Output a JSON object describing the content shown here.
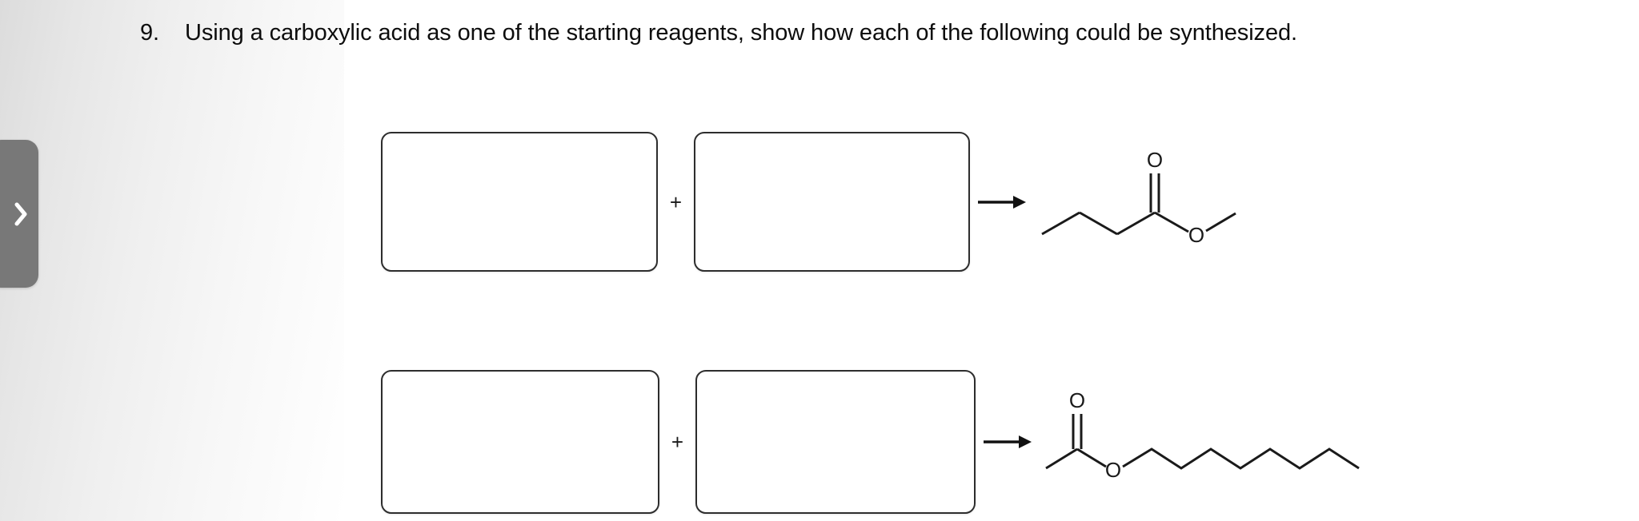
{
  "page": {
    "background_color": "#ffffff",
    "gradient_color": "#dcdcdc"
  },
  "sidebar_tab": {
    "icon": "chevron-right-icon",
    "color": "#787878",
    "label": ""
  },
  "question": {
    "number": "9.",
    "text": "Using a carboxylic acid as one of the starting reagents, show how each of the following could be synthesized.",
    "text_color": "#0d0d0d"
  },
  "reactions": [
    {
      "id": "reaction-1",
      "reactant_box_1": {
        "value": "",
        "placeholder": ""
      },
      "operator": "+",
      "reactant_box_2": {
        "value": "",
        "placeholder": ""
      },
      "arrow": "reaction-arrow",
      "product": {
        "name": "methyl butanoate",
        "formula": "CH3CH2CH2C(=O)OCH3",
        "atom_labels": [
          "O",
          "O"
        ],
        "bond_color": "#1a1a1a"
      }
    },
    {
      "id": "reaction-2",
      "reactant_box_1": {
        "value": "",
        "placeholder": ""
      },
      "operator": "+",
      "reactant_box_2": {
        "value": "",
        "placeholder": ""
      },
      "arrow": "reaction-arrow",
      "product": {
        "name": "octyl acetate",
        "formula": "CH3C(=O)OCH2(CH2)6CH3",
        "atom_labels": [
          "O",
          "O"
        ],
        "bond_color": "#1a1a1a"
      }
    }
  ]
}
